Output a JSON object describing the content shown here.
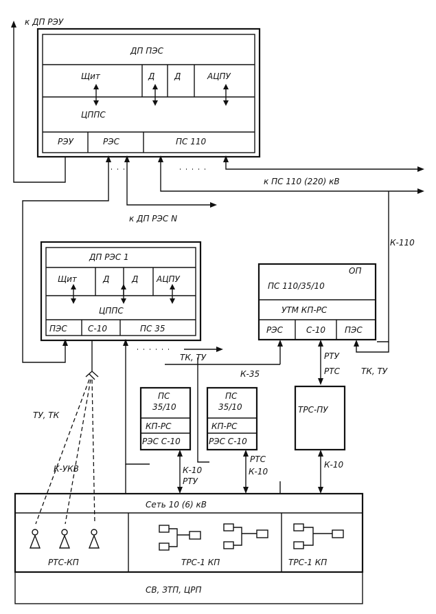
{
  "labels": {
    "to_dp_reu": "к ДП РЭУ",
    "dp_pes": "ДП ПЭС",
    "shchit": "Щит",
    "d": "Д",
    "atspu": "АЦПУ",
    "tspps": "ЦППС",
    "reu": "РЭУ",
    "res": "РЭС",
    "ps110": "ПС 110",
    "dots": "· · ·",
    "to_ps110_220": "к ПС 110 (220) кВ",
    "to_dp_res_n": "к ДП РЭС N",
    "k110": "К-110",
    "dp_res1": "ДП РЭС 1",
    "pes": "ПЭС",
    "s10": "С-10",
    "ps35": "ПС 35",
    "op": "ОП",
    "ps110_35_10": "ПС 110/35/10",
    "utm": "УТМ КП-РС",
    "tk_tu": "ТК, ТУ",
    "k35": "К-35",
    "rtu": "РТУ",
    "rts": "РТС",
    "tu_tk": "ТУ, ТК",
    "ps": "ПС",
    "ps35_10": "35/10",
    "kp_rs": "КП-РС",
    "res_s10": "РЭС С-10",
    "trs_pu": "ТРС-ПУ",
    "k_ukv": "К-УКВ",
    "k10": "К-10",
    "net": "Сеть 10 (6) кВ",
    "rts_kp": "РТС-КП",
    "trs1_kp": "ТРС-1 КП",
    "bottom": "СВ, ЗТП, ЦРП"
  }
}
